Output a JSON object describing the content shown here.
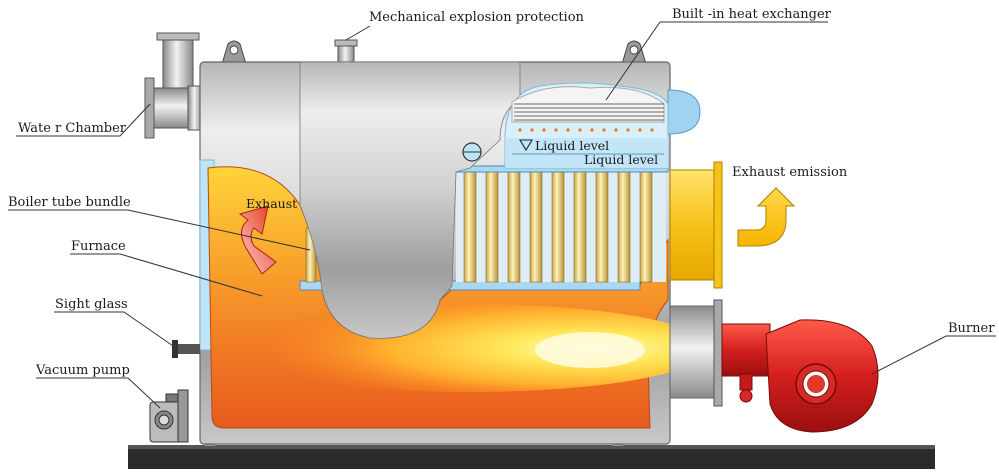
{
  "labels": {
    "mechanical_explosion_protection": "Mechanical explosion protection",
    "built_in_heat_exchanger": "Built -in heat exchanger",
    "water_chamber": "Wate r Chamber",
    "boiler_tube_bundle": "Boiler tube bundle",
    "exhaust_inner": "Exhaust",
    "exhaust_emission": "Exhaust emission",
    "furnace": "Furnace",
    "sight_glass": "Sight glass",
    "vacuum_pump": "Vacuum pump",
    "burner": "Burner",
    "liquid_level_1": "Liquid level",
    "liquid_level_2": "Liquid level"
  },
  "colors": {
    "shell": "#c9c9c9",
    "shell_dark": "#8e8e8e",
    "flame_outer": "#e8541e",
    "flame_mid": "#f28a2a",
    "flame_core": "#ffe14a",
    "burner": "#cc1f1f",
    "exhaust_duct": "#f5c400",
    "water": "#bfe4f7",
    "base": "#2b2b2b"
  }
}
